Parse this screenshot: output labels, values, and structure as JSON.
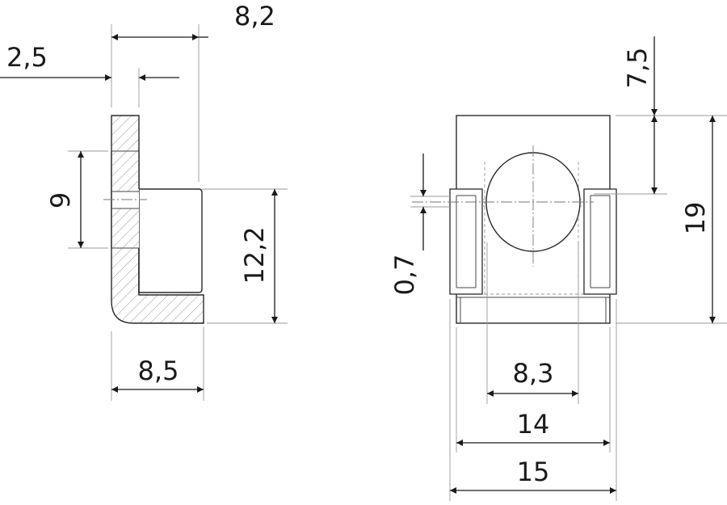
{
  "drawing": {
    "dimensions": {
      "side_top_width": "8,2",
      "side_thickness": "2,5",
      "side_hole_height": "9",
      "side_body_height": "12,2",
      "side_base_width": "8,5",
      "front_top_offset": "7,5",
      "front_height": "19",
      "front_slot": "0,7",
      "front_hole_width": "8,3",
      "front_inner_width": "14",
      "front_outer_width": "15"
    }
  }
}
